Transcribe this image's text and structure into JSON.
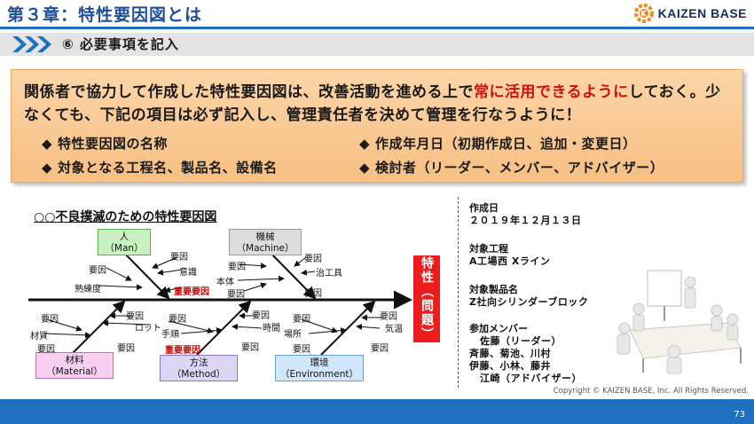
{
  "header": {
    "chapter_title": "第３章：特性要因図とは",
    "logo_text": "KAIZEN BASE",
    "section_title": "⑥ 必要事項を記入"
  },
  "note": {
    "line_part1": "関係者で協力して作成した特性要因図は、改善活動を進める上で",
    "highlight": "常に活用できるように",
    "line_part2": "しておく。少なくても、下記の項目は必ず記入し、管理責任者を決めて管理を行なうように！",
    "bullets": [
      "特性要因図の名称",
      "作成年月日（初期作成日、追加・変更日）",
      "対象となる工程名、製品名、設備名",
      "検討者（リーダー、メンバー、アドバイザー）"
    ],
    "diamond": "◆"
  },
  "diagram": {
    "title": "○○不良撲滅のための特性要因図",
    "effect": "特性（問題）",
    "categories": {
      "man": {
        "name": "人",
        "sub": "（Man）"
      },
      "machine": {
        "name": "機械",
        "sub": "（Machine）"
      },
      "material": {
        "name": "材料",
        "sub": "（Material）"
      },
      "method": {
        "name": "方法",
        "sub": "（Method）"
      },
      "environment": {
        "name": "環境",
        "sub": "（Environment）"
      }
    },
    "labels": {
      "factor": "要因",
      "important_factor": "重要要因",
      "awareness": "意識",
      "skill": "熟練度",
      "jig": "治工具",
      "body": "本体",
      "material_quality": "材質",
      "lot": "ロット",
      "procedure": "手順",
      "time": "時間",
      "place": "場所",
      "temperature": "気温"
    }
  },
  "info": {
    "created_label": "作成日",
    "created_value": "２０１９年１２月１３日",
    "process_label": "対象工程",
    "process_value": "A工場西 Xライン",
    "product_label": "対象製品名",
    "product_value": "Z社向シリンダーブロック",
    "members_label": "参加メンバー",
    "members": [
      "佐藤（リーダー）",
      "斉藤、菊池、川村",
      "伊藤、小林、藤井",
      "江崎（アドバイザー）"
    ]
  },
  "footer": {
    "copyright": "Copyright ©  KAIZEN BASE, Inc.  All Rights Reserved.",
    "page_number": "73"
  },
  "colors": {
    "brand_blue": "#1f6fc0",
    "highlight_red": "#d01010",
    "effect_red": "#ee1c1c"
  }
}
